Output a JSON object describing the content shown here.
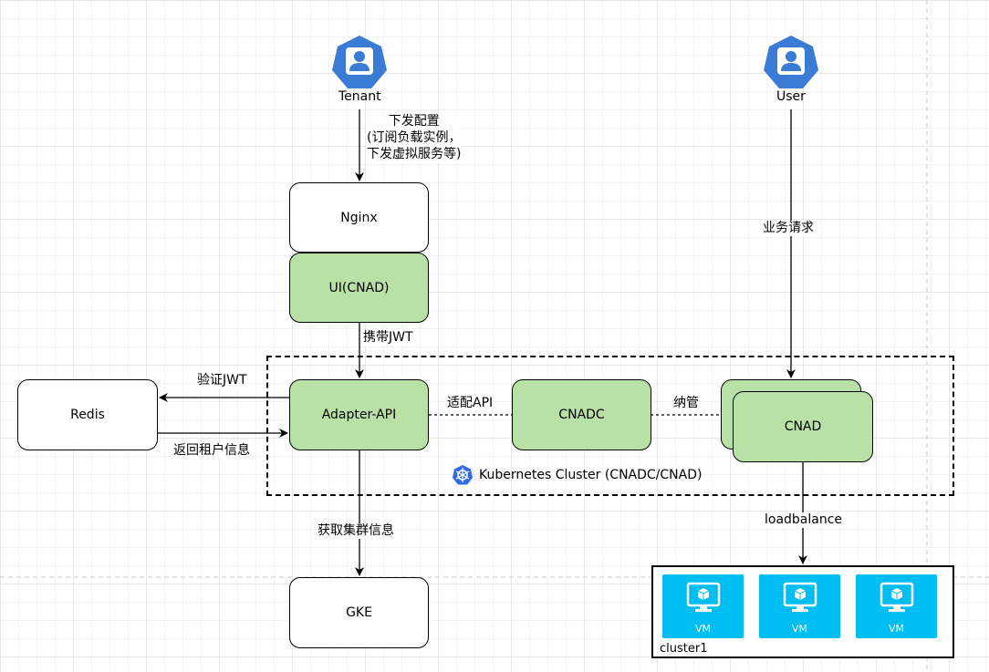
{
  "actors": {
    "tenant": {
      "label": "Tenant",
      "icon": "user-icon"
    },
    "user": {
      "label": "User",
      "icon": "user-icon"
    }
  },
  "nodes": {
    "nginx": "Nginx",
    "ui": "UI(CNAD)",
    "redis": "Redis",
    "adapter": "Adapter-API",
    "cnadc": "CNADC",
    "cnad": "CNAD",
    "gke": "GKE"
  },
  "edges": {
    "tenant_to_nginx": [
      "下发配置",
      "(订阅负载实例，",
      "下发虚拟服务等)"
    ],
    "ui_to_adapter": "携带JWT",
    "adapter_to_redis": "验证JWT",
    "redis_to_adapter": "返回租户信息",
    "adapter_to_cnadc": "适配API",
    "cnadc_to_cnad": "纳管",
    "adapter_to_gke": "获取集群信息",
    "user_to_cnad": "业务请求",
    "cnad_to_vms": "loadbalance"
  },
  "cluster": {
    "label": "Kubernetes Cluster (CNADC/CNAD)",
    "icon": "kubernetes-icon"
  },
  "vm_group": {
    "label": "cluster1",
    "vms": [
      "VM",
      "VM",
      "VM"
    ],
    "icon": "virtual-machine-icon"
  },
  "colors": {
    "green": "#b9e0a5",
    "vm_blue": "#00bef2",
    "user_blue": "#3a7bd5"
  }
}
